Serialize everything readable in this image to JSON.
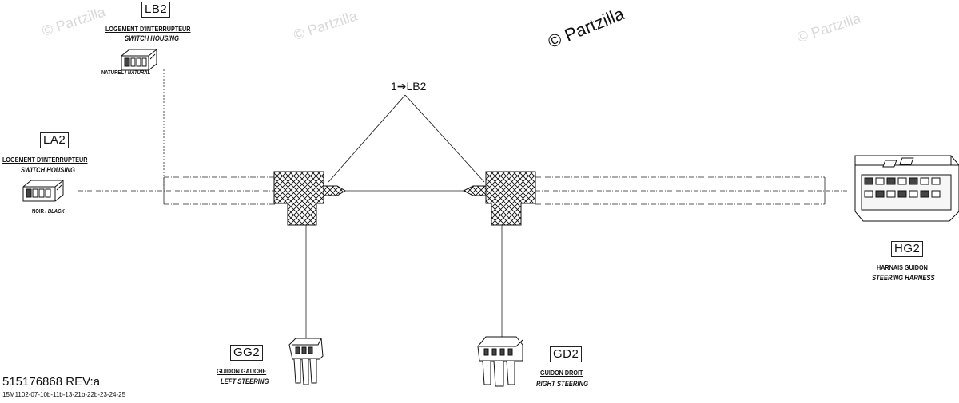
{
  "watermark": "© Partzilla",
  "callout": "1➔LB2",
  "connectors": {
    "lb2": {
      "code": "LB2",
      "fr": "LOGEMENT D'INTERRUPTEUR",
      "en": "SWITCH HOUSING",
      "color_fr": "NATUREL / ",
      "color_en": "NATURAL",
      "icon": "connector-plug-icon"
    },
    "la2": {
      "code": "LA2",
      "fr": "LOGEMENT D'INTERRUPTEUR",
      "en": "SWITCH HOUSING",
      "color_fr": "NOIR / ",
      "color_en": "BLACK",
      "icon": "connector-plug-icon"
    },
    "hg2": {
      "code": "HG2",
      "fr": "HARNAIS GUIDON",
      "en": "STEERING HARNESS",
      "icon": "connector-housing-icon"
    },
    "gg2": {
      "code": "GG2",
      "fr": "GUIDON GAUCHE",
      "en": "LEFT STEERING",
      "icon": "connector-terminal-icon"
    },
    "gd2": {
      "code": "GD2",
      "fr": "GUIDON DROIT",
      "en": "RIGHT STEERING",
      "icon": "connector-terminal-icon"
    }
  },
  "footer": {
    "part_number": "515176868 REV:a",
    "drawing_id": "15M1102-07-10b-11b-13-21b-22b-23-24-25"
  }
}
